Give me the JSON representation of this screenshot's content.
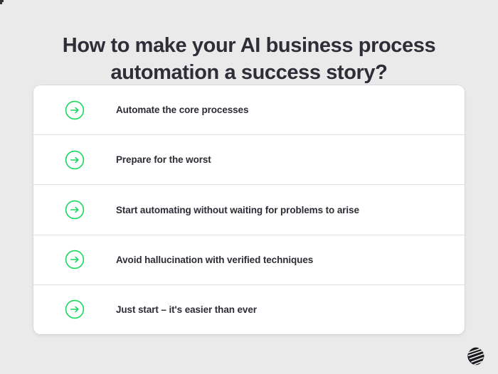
{
  "page": {
    "background_color": "#eaeaea",
    "title": "How to make your AI business process\nautomation a success story?",
    "title_color": "#2e2e38"
  },
  "card": {
    "background_color": "#ffffff",
    "divider_color": "#dcdfe4",
    "accent_color": "#17d860",
    "items": [
      {
        "icon": "arrow-right-circle-icon",
        "label": "Automate the core processes"
      },
      {
        "icon": "arrow-right-circle-icon",
        "label": "Prepare for the worst"
      },
      {
        "icon": "arrow-right-circle-icon",
        "label": "Start automating without waiting for problems to arise"
      },
      {
        "icon": "arrow-right-circle-icon",
        "label": "Avoid hallucination with verified techniques"
      },
      {
        "icon": "arrow-right-circle-icon",
        "label": "Just start – it's easier than ever"
      }
    ]
  },
  "branding": {
    "logo_icon": "company-logo-icon",
    "logo_color": "#1c1c20"
  }
}
